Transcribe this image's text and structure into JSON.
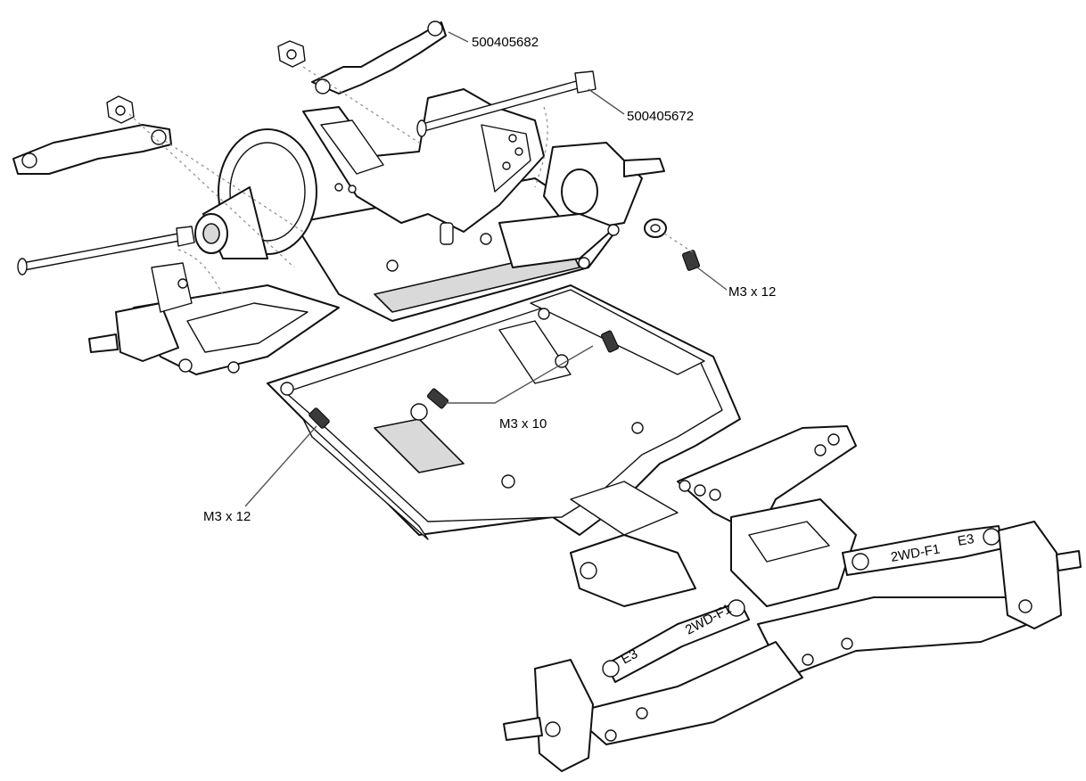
{
  "callouts": {
    "part_500405682": "500405682",
    "part_500405672": "500405672",
    "screw_m3x12_upper": "M3 x 12",
    "screw_m3x10": "M3 x 10",
    "screw_m3x12_lower": "M3 x 12"
  },
  "decals": {
    "arm_label_right": "2WD-F1",
    "arm_label_left": "2WD-F1",
    "arm_mark_right": "E3",
    "arm_mark_left": "E3"
  }
}
